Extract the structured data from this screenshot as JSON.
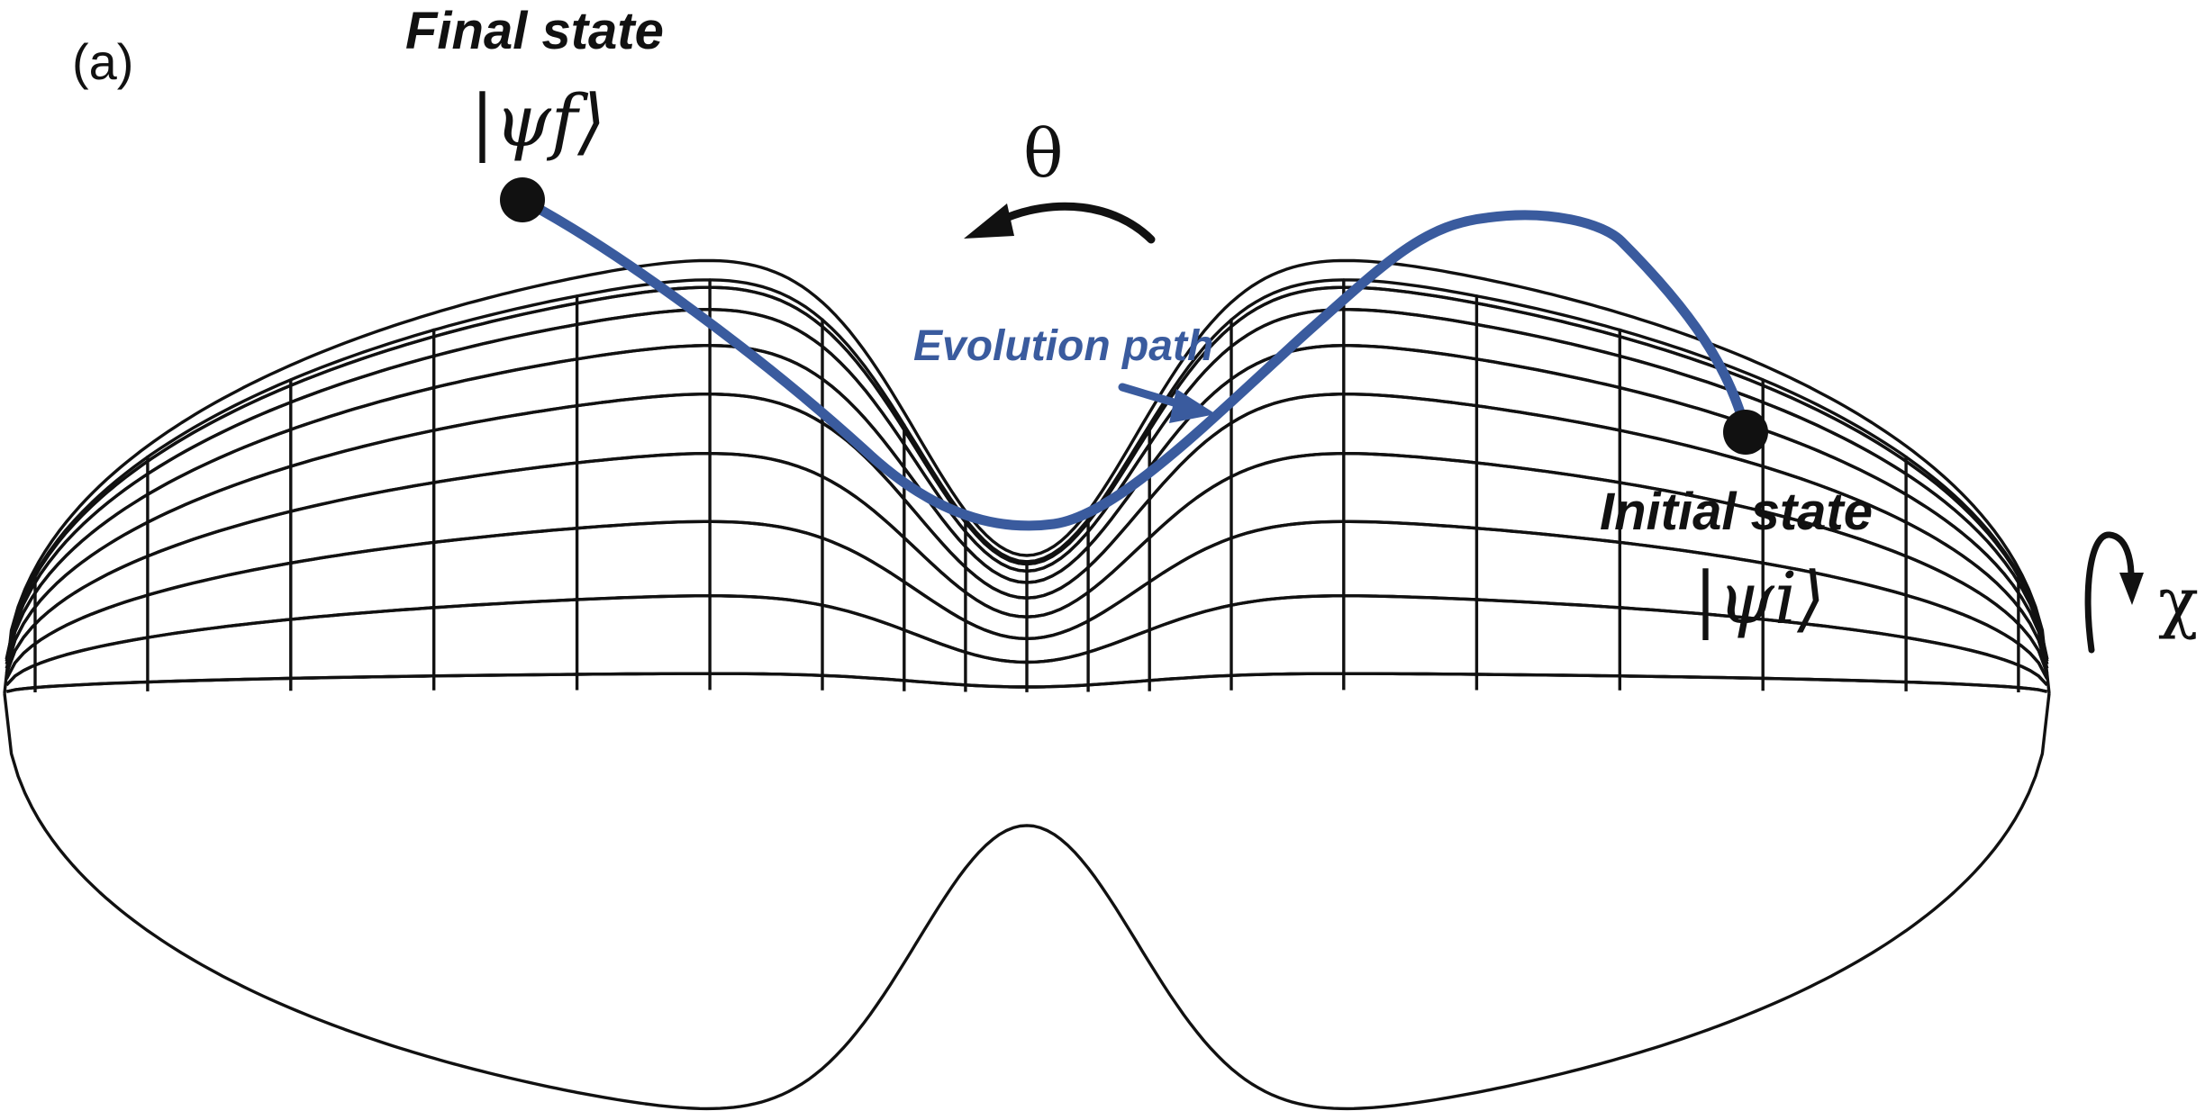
{
  "panel_label": "(a)",
  "final_state": {
    "label": "Final state",
    "ket": "|ψf⟩"
  },
  "initial_state": {
    "label": "Initial state",
    "ket": "|ψi⟩"
  },
  "angles": {
    "theta": "θ",
    "chi": "χ"
  },
  "evolution_path": {
    "label": "Evolution path"
  },
  "colors": {
    "path": "#3A5B9E",
    "mesh": "#111111",
    "point": "#111111"
  },
  "icons": {
    "theta_rotation": "curved-arrow-left-icon",
    "chi_rotation": "curved-arrow-down-icon"
  }
}
